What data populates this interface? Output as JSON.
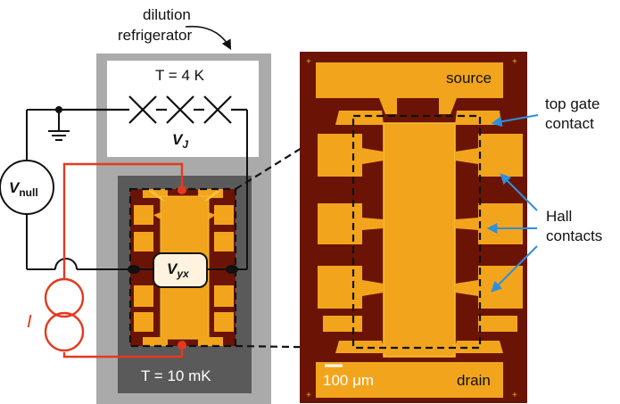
{
  "labels": {
    "fridge_line1": "dilution",
    "fridge_line2": "refrigerator",
    "temp_4k": "T = 4 K",
    "vj": "V",
    "vj_sub": "J",
    "vnull": "V",
    "vnull_sub": "null",
    "vyx": "V",
    "vyx_sub": "yx",
    "current": "I",
    "temp_10mk": "T = 10 mK",
    "source": "source",
    "drain": "drain",
    "top_gate_line1": "top gate",
    "top_gate_line2": "contact",
    "hall_line1": "Hall",
    "hall_line2": "contacts",
    "scale_bar": "100 μm"
  },
  "colors": {
    "fridge_outer": "#aaaaaa",
    "fridge_inner": "#555555",
    "wire_black": "#111111",
    "wire_red": "#e23a1f",
    "chip_bg": "#6b1406",
    "metal": "#f2a51c",
    "metal_light": "#f7c03a",
    "arrow_blue": "#2f8fdd"
  },
  "icons": [
    "josephson-junction-array-icon",
    "ground-icon",
    "current-source-icon",
    "arrow-icon"
  ]
}
